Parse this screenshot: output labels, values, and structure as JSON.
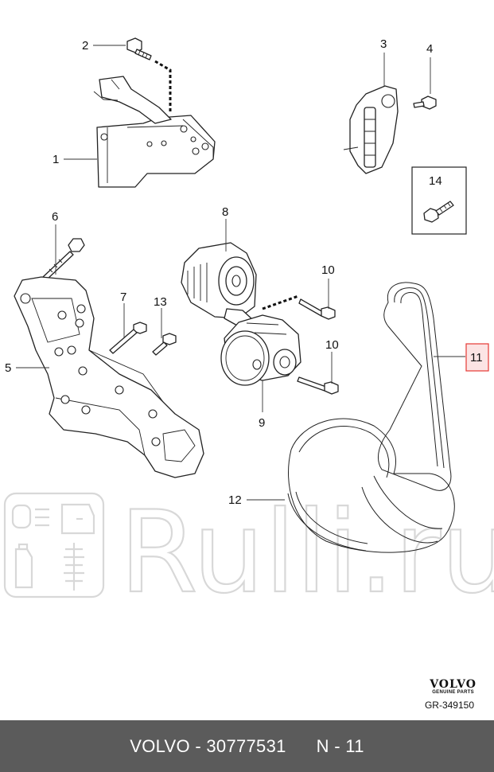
{
  "callouts": {
    "c1": "1",
    "c2": "2",
    "c3": "3",
    "c4": "4",
    "c5": "5",
    "c6": "6",
    "c7": "7",
    "c8": "8",
    "c9": "9",
    "c10a": "10",
    "c10b": "10",
    "c11": "11",
    "c12": "12",
    "c13": "13",
    "c14": "14"
  },
  "watermark": {
    "text": "Rulli.ru"
  },
  "brand": {
    "logo": "VOLVO",
    "subtitle": "GENUINE PARTS",
    "code": "GR-349150"
  },
  "footer": {
    "part_info": "VOLVO - 30777531",
    "page": "N - 11"
  },
  "colors": {
    "highlight_border": "#e53935",
    "highlight_fill": "#fce4e4",
    "footer_bg": "#5b5b5b"
  },
  "icons": [
    "watermark-logo-icon",
    "bolt-icon",
    "tensioner-pulley-icon",
    "idler-pulley-icon",
    "bracket-icon",
    "belt-icon"
  ]
}
